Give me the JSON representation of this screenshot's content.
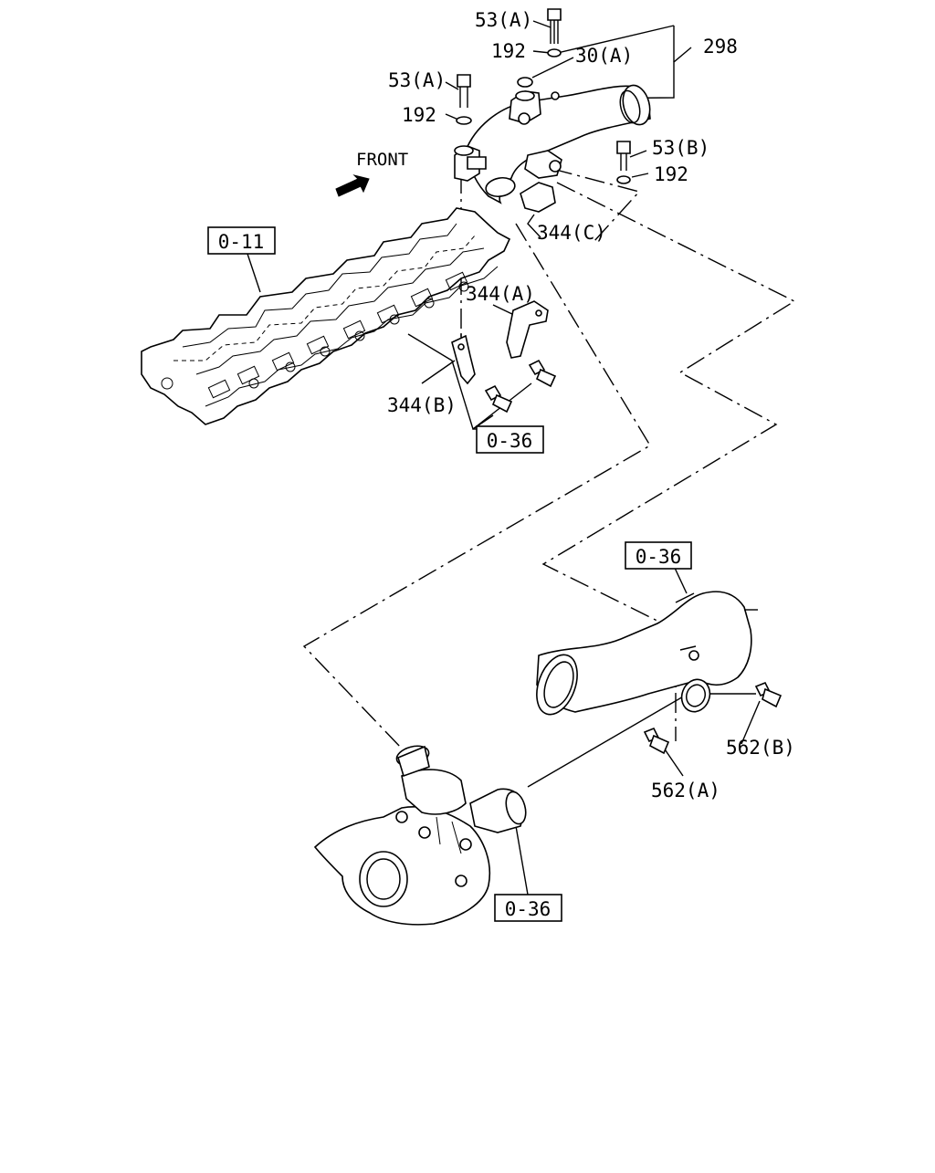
{
  "labels": {
    "l53a_top": "53(A)",
    "l192_top": "192",
    "l30a": "30(A)",
    "l298": "298",
    "l53a_left": "53(A)",
    "l192_left": "192",
    "l53b": "53(B)",
    "l192_right": "192",
    "front": "FRONT",
    "l344c": "344(C)",
    "l344a": "344(A)",
    "l344b": "344(B)",
    "l562b": "562(B)",
    "l562a": "562(A)"
  },
  "refs": {
    "ref_011": "0-11",
    "ref_036_mid": "0-36",
    "ref_036_right": "0-36",
    "ref_036_bottom": "0-36"
  }
}
